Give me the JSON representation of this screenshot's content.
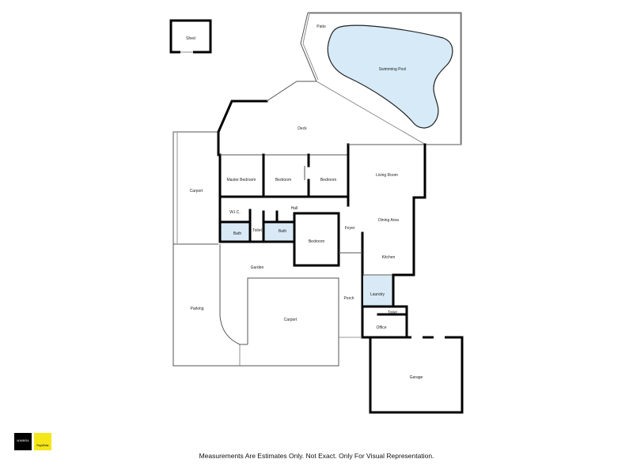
{
  "rooms": {
    "shed": "Shed",
    "patio": "Patio",
    "swimming_pool": "Swimming Pool",
    "deck": "Deck",
    "carport_left": "Carport",
    "master_bedroom": "Master Bedroom",
    "bedroom_1": "Bedroom",
    "bedroom_2": "Bedroom",
    "living_room": "Living Room",
    "wic": "W.I.C.",
    "hall": "Hall",
    "toilet_1": "Toilet",
    "bath_1": "Bath",
    "bath_2": "Bath",
    "bedroom_3": "Bedroom",
    "foyer": "Foyer",
    "dining_area": "Dining Area",
    "kitchen": "Kitchen",
    "garden": "Garden",
    "laundry": "Laundry",
    "porch": "Porch",
    "toilet_2": "Toilet",
    "office": "Office",
    "parking": "Parking",
    "carport_main": "Carport",
    "garage": "Garage"
  },
  "logos": {
    "dark_text": "WIMBRA",
    "yellow_text": "RayWhite"
  },
  "footer": {
    "disclaimer": "Measurements Are Estimates Only. Not Exact. Only For Visual Representation."
  },
  "colors": {
    "wall": "#000000",
    "wet_area": "#d9eaf6",
    "pool": "#d6eaf7",
    "logo_yellow": "#f5e61a"
  }
}
